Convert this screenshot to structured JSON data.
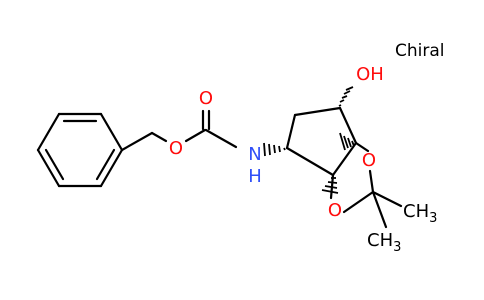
{
  "annotation": {
    "chiral": "Chiral"
  },
  "colors": {
    "oxygen": "#ff0d0d",
    "nitrogen": "#3050f8",
    "carbon": "#000000"
  },
  "atoms": {
    "carbonyl_O": "O",
    "ester_O": "O",
    "hydroxyl": "OH",
    "amide_N": "N",
    "amide_H": "H",
    "ring_O_right": "O",
    "ring_O_left": "O",
    "methyl_1": "CH",
    "methyl_1_sub": "3",
    "methyl_2": "CH",
    "methyl_2_sub": "3"
  }
}
